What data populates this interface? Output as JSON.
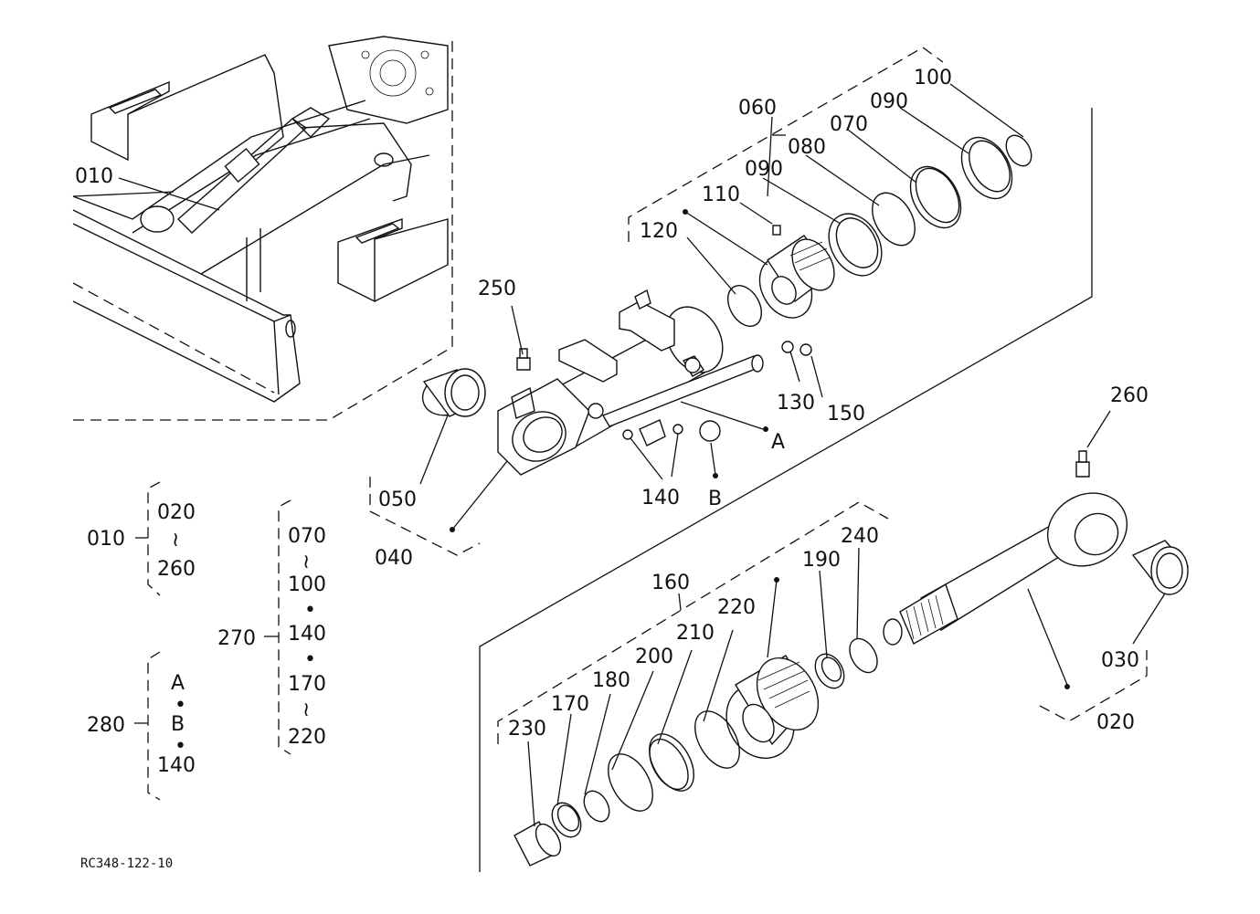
{
  "drawing_ref": "RC348-122-10",
  "callouts": {
    "p010": "010",
    "p020": "020",
    "p030": "030",
    "p040": "040",
    "p050": "050",
    "p060": "060",
    "p070": "070",
    "p080": "080",
    "p090a": "090",
    "p090b": "090",
    "p100": "100",
    "p110": "110",
    "p120": "120",
    "p130": "130",
    "p140a": "140",
    "p150": "150",
    "p160": "160",
    "p170": "170",
    "p180": "180",
    "p190": "190",
    "p200": "200",
    "p210": "210",
    "p220": "220",
    "p230": "230",
    "p240": "240",
    "p250": "250",
    "p260": "260",
    "pA": "A",
    "pB": "B"
  },
  "legend": {
    "g010": {
      "parent": "010",
      "first": "020",
      "sep": "≀",
      "last": "260"
    },
    "g270": {
      "parent": "270",
      "items": [
        "070",
        "≀",
        "100",
        "•",
        "140",
        "•",
        "170",
        "≀",
        "220"
      ]
    },
    "g280": {
      "parent": "280",
      "items": [
        "A",
        "•",
        "B",
        "•",
        "140"
      ]
    }
  }
}
